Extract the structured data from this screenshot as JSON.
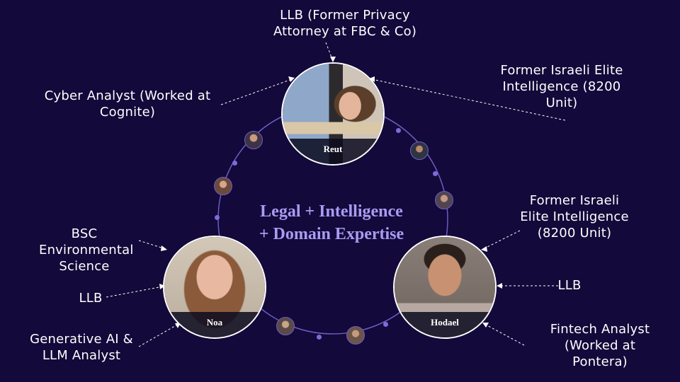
{
  "center": {
    "line1": "Legal + Intelligence",
    "line2": "+ Domain Expertise"
  },
  "members": {
    "reut": {
      "name": "Reut"
    },
    "noa": {
      "name": "Noa"
    },
    "hodael": {
      "name": "Hodael"
    }
  },
  "labels": {
    "reut_top": "LLB (Former Privacy Attorney at FBC & Co)",
    "reut_left": "Cyber Analyst (Worked at Cognite)",
    "reut_right": "Former Israeli Elite Intelligence (8200 Unit)",
    "noa_top": "BSC Environmental Science",
    "noa_mid": "LLB",
    "noa_bottom": "Generative AI & LLM Analyst",
    "hodael_top": "Former Israeli Elite Intelligence (8200 Unit)",
    "hodael_mid": "LLB",
    "hodael_bottom": "Fintech Analyst (Worked at Pontera)"
  },
  "colors": {
    "background": "#13093a",
    "accent": "#a99cf2",
    "ring": "#7f6bd8"
  }
}
